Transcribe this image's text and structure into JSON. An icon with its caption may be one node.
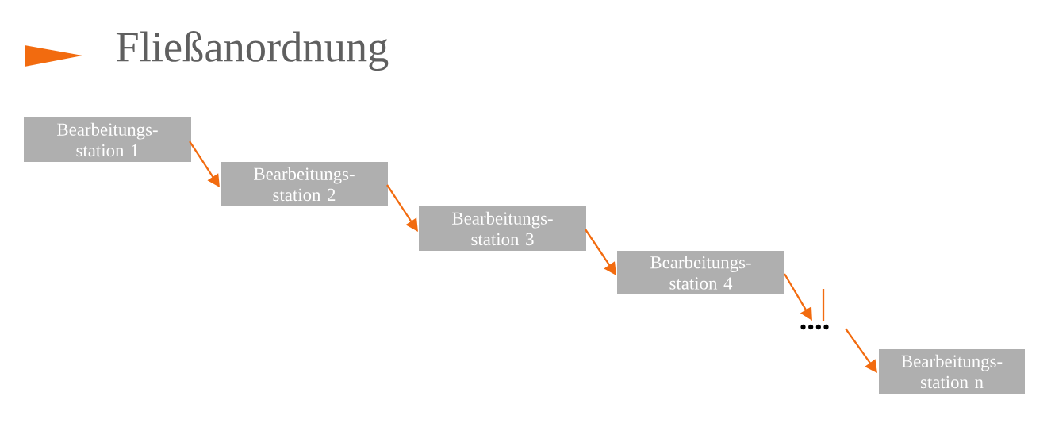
{
  "diagram": {
    "title": "Fließanordnung",
    "nodes": [
      {
        "text": [
          "Bearbeitungs- station 1"
        ]
      },
      {
        "text": [
          "Bearbeitungs- station 2"
        ]
      },
      {
        "text": [
          "Bearbeitungs- station 3"
        ]
      },
      {
        "text": [
          "Bearbeitungs- station 4"
        ]
      },
      {
        "text": [
          "...."
        ]
      },
      {
        "text": [
          "Bearbeitungs- station n"
        ]
      }
    ],
    "edges": [
      {
        "from": 0,
        "to": 1,
        "arrow": "to"
      },
      {
        "from": 1,
        "to": 2,
        "arrow": "to"
      },
      {
        "from": 2,
        "to": 3,
        "arrow": "to"
      },
      {
        "from": 3,
        "to": 4,
        "arrow": "to"
      },
      {
        "from": 4,
        "to": 5,
        "arrow": "to"
      }
    ]
  }
}
